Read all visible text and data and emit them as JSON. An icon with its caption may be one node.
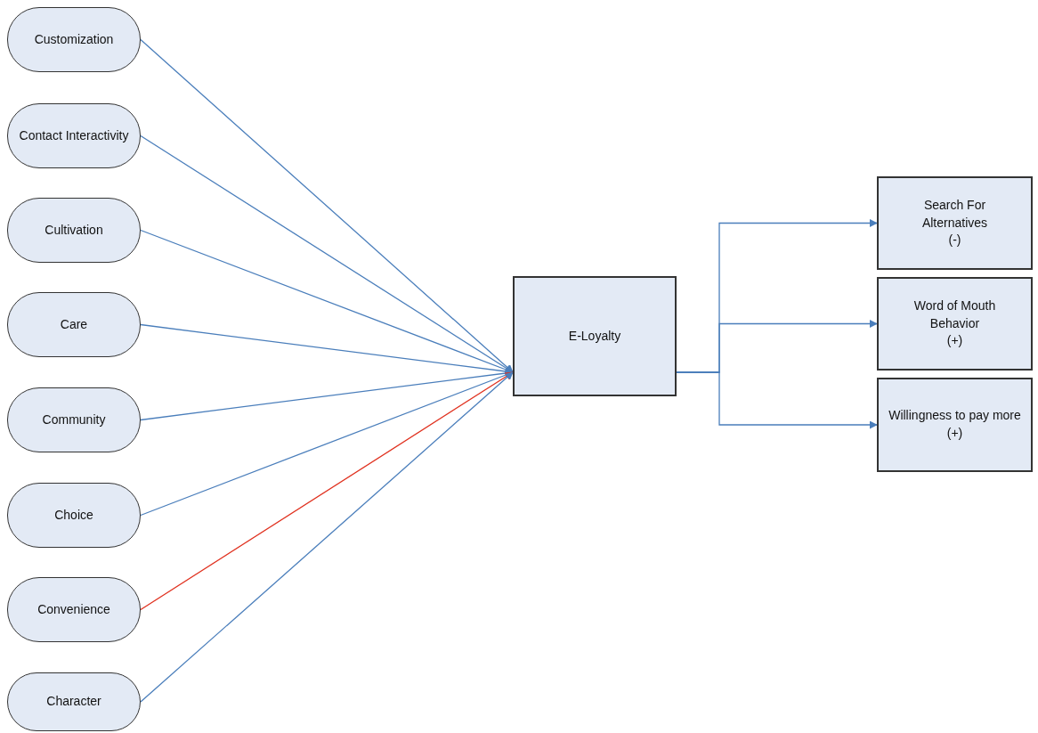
{
  "diagram": {
    "nodes": [
      {
        "text": [
          "Customization"
        ]
      },
      {
        "text": [
          "Contact Interactivity"
        ]
      },
      {
        "text": [
          "Cultivation"
        ]
      },
      {
        "text": [
          "Care"
        ]
      },
      {
        "text": [
          "Community"
        ]
      },
      {
        "text": [
          "Choice"
        ]
      },
      {
        "text": [
          "Convenience"
        ]
      },
      {
        "text": [
          "Character"
        ]
      },
      {
        "text": [
          "E-Loyalty"
        ]
      },
      {
        "text": [
          "Search For Alternatives",
          "(-)"
        ]
      },
      {
        "text": [
          "Word of Mouth Behavior",
          "(+)"
        ]
      },
      {
        "text": [
          "Willingness to pay more",
          "(+)"
        ]
      }
    ],
    "edges": [
      {
        "from": 0,
        "to": 8,
        "arrow": "to"
      },
      {
        "from": 1,
        "to": 8,
        "arrow": "to"
      },
      {
        "from": 2,
        "to": 8,
        "arrow": "to"
      },
      {
        "from": 3,
        "to": 8,
        "arrow": "to"
      },
      {
        "from": 4,
        "to": 8,
        "arrow": "to"
      },
      {
        "from": 5,
        "to": 8,
        "arrow": "to"
      },
      {
        "from": 6,
        "to": 8,
        "arrow": "to",
        "color": "#e0301e"
      },
      {
        "from": 7,
        "to": 8,
        "arrow": "to"
      },
      {
        "from": 8,
        "to": 9,
        "arrow": "to"
      },
      {
        "from": 8,
        "to": 10,
        "arrow": "to"
      },
      {
        "from": 8,
        "to": 11,
        "arrow": "to"
      }
    ]
  }
}
